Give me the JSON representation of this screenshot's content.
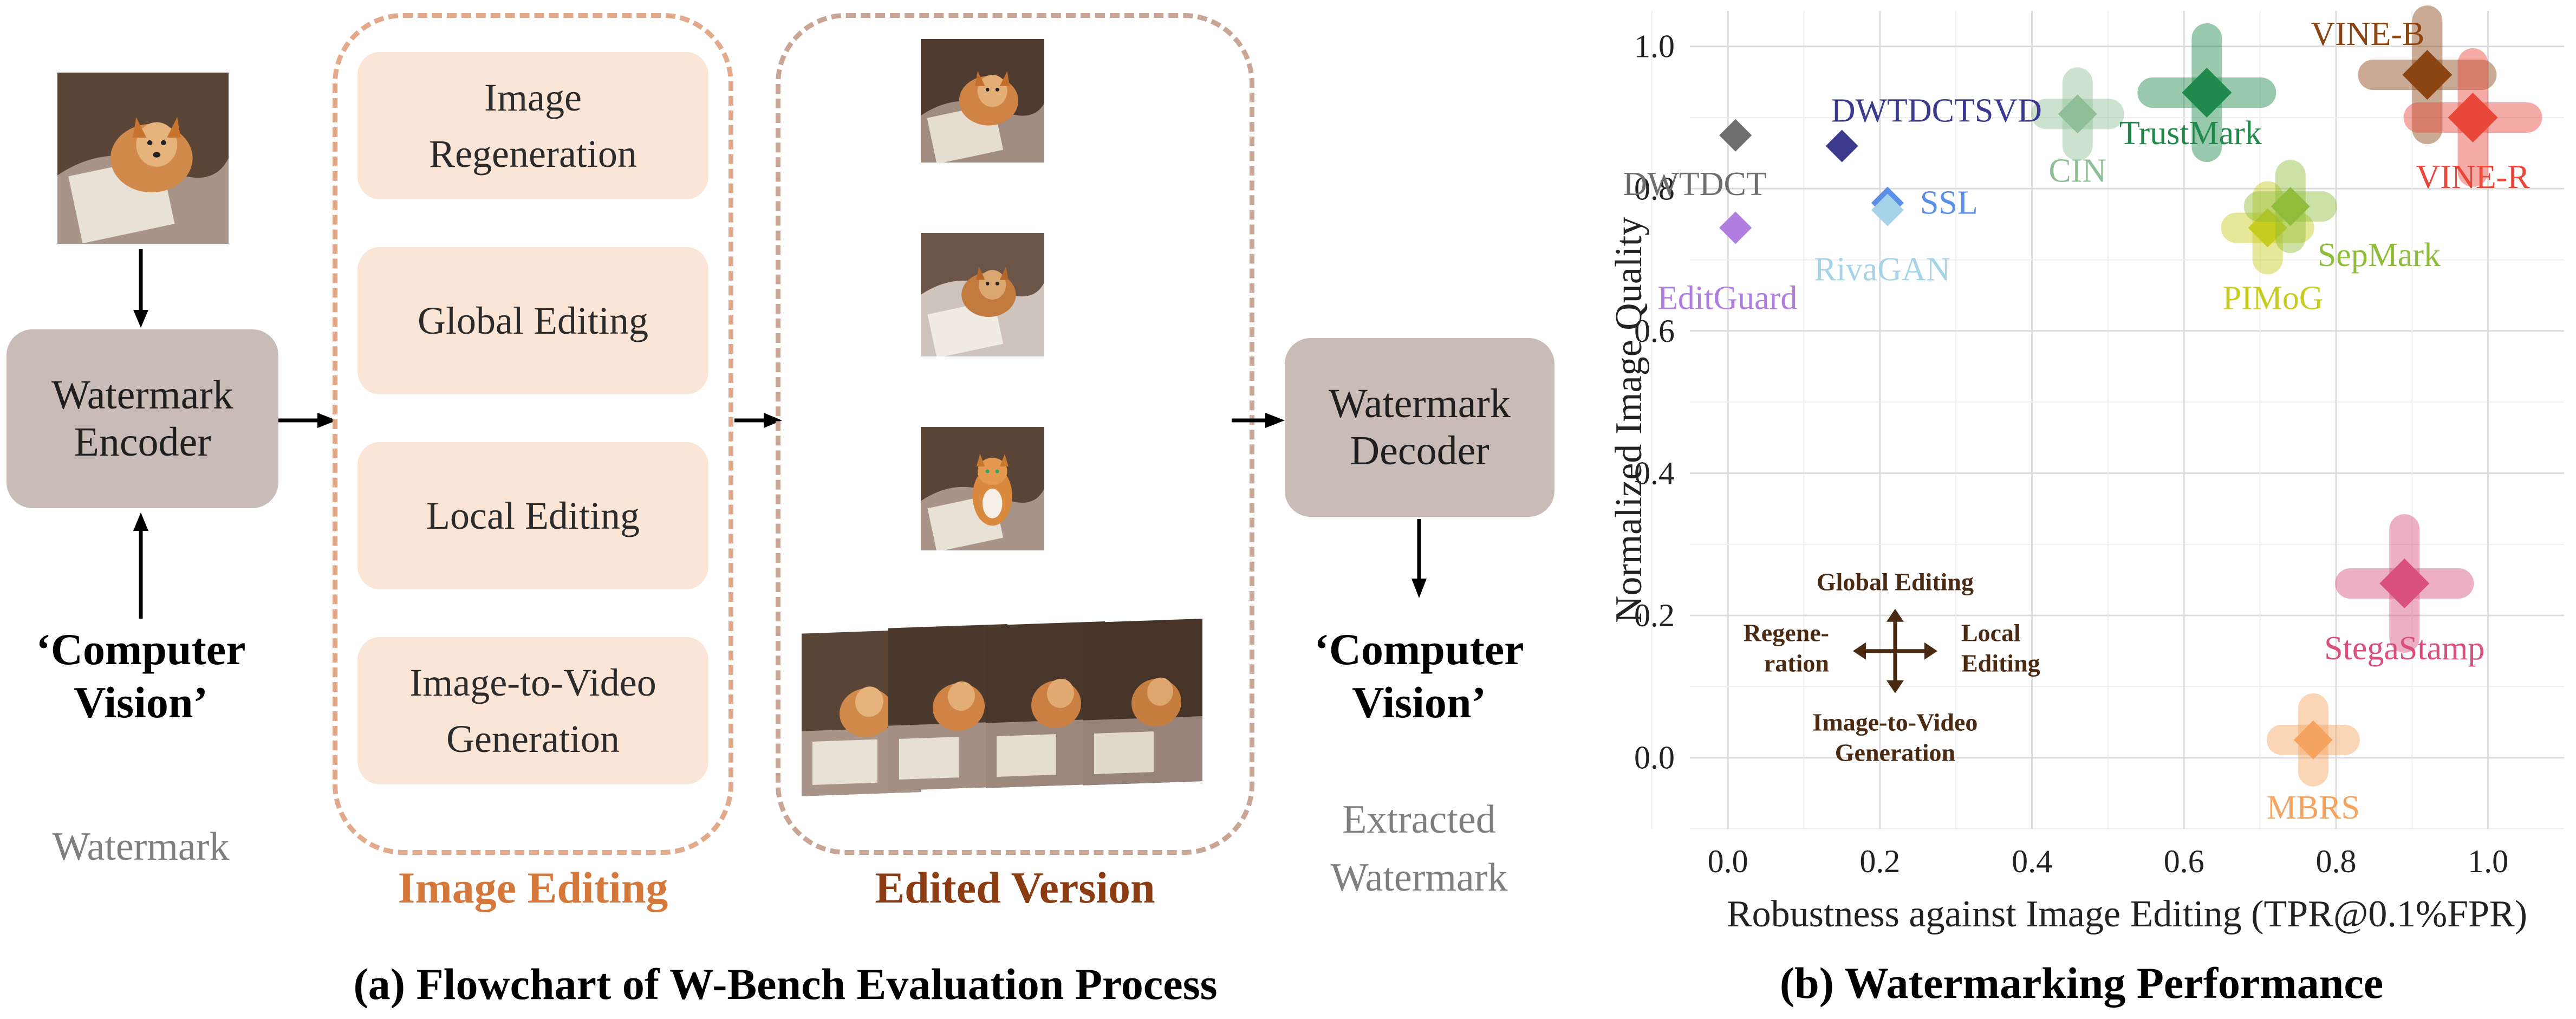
{
  "flowchart": {
    "encoder_label": "Watermark\nEncoder",
    "decoder_label": "Watermark\nDecoder",
    "input_text": "‘Computer\nVision’",
    "output_text": "‘Computer\nVision’",
    "input_caption": "Watermark",
    "output_caption": "Extracted\nWatermark",
    "operations": [
      "Image\nRegeneration",
      "Global Editing",
      "Local Editing",
      "Image-to-Video\nGeneration"
    ],
    "image_editing_label": "Image Editing",
    "edited_version_label": "Edited Version",
    "caption": "(a) Flowchart of W-Bench Evaluation Process",
    "colors": {
      "encoder_box": "#c9bbb6",
      "op_box": "#fbe5d6",
      "dash_left": "#e2a98a",
      "dash_right": "#c8a594",
      "image_editing_text": "#d4783b",
      "edited_version_text": "#8b3c12"
    }
  },
  "chart_data": {
    "type": "scatter",
    "xlabel": "Robustness against Image Editing (TPR@0.1%FPR)",
    "ylabel": "Normalized Image Quality",
    "xlim": [
      -0.05,
      1.1
    ],
    "ylim": [
      -0.1,
      1.05
    ],
    "xticks": [
      "0.0",
      "0.2",
      "0.4",
      "0.6",
      "0.8",
      "1.0"
    ],
    "yticks": [
      "0.0",
      "0.2",
      "0.4",
      "0.6",
      "0.8",
      "1.0"
    ],
    "grid": true,
    "caption": "(b) Watermarking Performance",
    "points": [
      {
        "name": "DWTDCT",
        "x": 0.01,
        "y": 0.875,
        "color": "#6e6e6e",
        "size": "small"
      },
      {
        "name": "DWTDCTSVD",
        "x": 0.15,
        "y": 0.86,
        "color": "#3b3a8c",
        "size": "small"
      },
      {
        "name": "SSL",
        "x": 0.21,
        "y": 0.78,
        "color": "#5b8ee6",
        "size": "small"
      },
      {
        "name": "RivaGAN",
        "x": 0.21,
        "y": 0.77,
        "color": "#a7d3e8",
        "size": "small"
      },
      {
        "name": "EditGuard",
        "x": 0.01,
        "y": 0.745,
        "color": "#b07ee0",
        "size": "small"
      },
      {
        "name": "CIN",
        "x": 0.46,
        "y": 0.905,
        "color": "#8fbf96",
        "size": "medium"
      },
      {
        "name": "TrustMark",
        "x": 0.63,
        "y": 0.935,
        "color": "#1f8a4c",
        "size": "large"
      },
      {
        "name": "PIMoG",
        "x": 0.71,
        "y": 0.745,
        "color": "#c8cc1e",
        "size": "medium"
      },
      {
        "name": "SepMark",
        "x": 0.74,
        "y": 0.775,
        "color": "#8dbd3a",
        "size": "medium"
      },
      {
        "name": "VINE-B",
        "x": 0.92,
        "y": 0.96,
        "color": "#8b4513",
        "size": "large"
      },
      {
        "name": "VINE-R",
        "x": 0.98,
        "y": 0.9,
        "color": "#e8473a",
        "size": "large"
      },
      {
        "name": "StegaStamp",
        "x": 0.89,
        "y": 0.245,
        "color": "#d9507e",
        "size": "large"
      },
      {
        "name": "MBRS",
        "x": 0.77,
        "y": 0.025,
        "color": "#f4a460",
        "size": "medium"
      }
    ],
    "compass": {
      "up": "Global Editing",
      "left": "Regene-\nration",
      "right": "Local\nEditing",
      "down": "Image-to-Video\nGeneration",
      "color": "#4a2a12"
    }
  }
}
